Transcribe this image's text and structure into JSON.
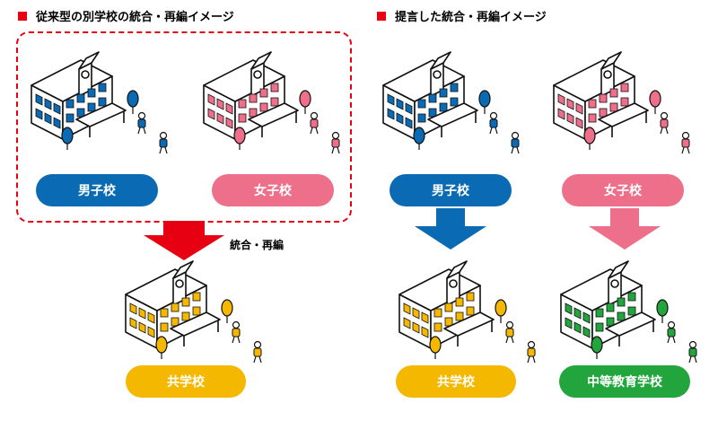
{
  "left": {
    "heading": "従来型の別学校の統合・再編イメージ",
    "boys_label": "男子校",
    "girls_label": "女子校",
    "merge_label": "統合・再編",
    "result_label": "共学校"
  },
  "right": {
    "heading": "提言した統合・再編イメージ",
    "boys_label": "男子校",
    "girls_label": "女子校",
    "result_coed_label": "共学校",
    "result_secondary_label": "中等教育学校"
  },
  "colors": {
    "accent_red": "#e60012",
    "boys_blue": "#0a6ab3",
    "girls_pink": "#ee6f8a",
    "coed_yellow": "#f5b800",
    "secondary_green": "#22a53d"
  }
}
